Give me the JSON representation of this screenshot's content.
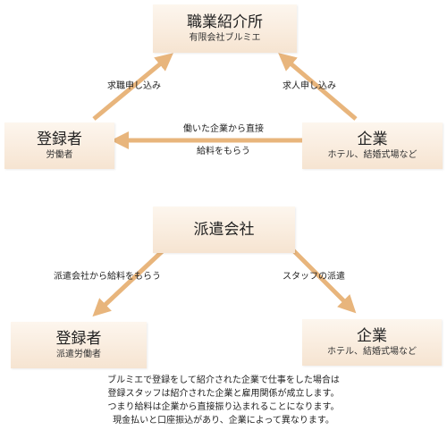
{
  "top": {
    "agency": {
      "title": "職業紹介所",
      "subtitle": "有限会社ブルミエ"
    },
    "worker": {
      "title": "登録者",
      "subtitle": "労働者"
    },
    "company": {
      "title": "企業",
      "subtitle": "ホテル、結婚式場など"
    },
    "labels": {
      "left_arrow": "求職申し込み",
      "right_arrow": "求人申し込み",
      "middle_line1": "働いた企業から直接",
      "middle_line2": "給料をもらう"
    }
  },
  "bottom": {
    "dispatch": {
      "title": "派遣会社"
    },
    "worker": {
      "title": "登録者",
      "subtitle": "派遣労働者"
    },
    "company": {
      "title": "企業",
      "subtitle": "ホテル、結婚式場など"
    },
    "labels": {
      "left_arrow": "派遣会社から給料をもらう",
      "right_arrow": "スタッフの派遣"
    }
  },
  "note": [
    "ブルミエで登録をして紹介された企業で仕事をした場合は",
    "登録スタッフは紹介された企業と雇用関係が成立します。",
    "つまり給料は企業から直接振り込まれることになります。",
    "現金払いと口座振込があり、企業によって異なります。"
  ],
  "colors": {
    "arrow": "#e8b57c",
    "box_top": "#fdf6ee",
    "box_bottom": "#f6e4d1"
  }
}
